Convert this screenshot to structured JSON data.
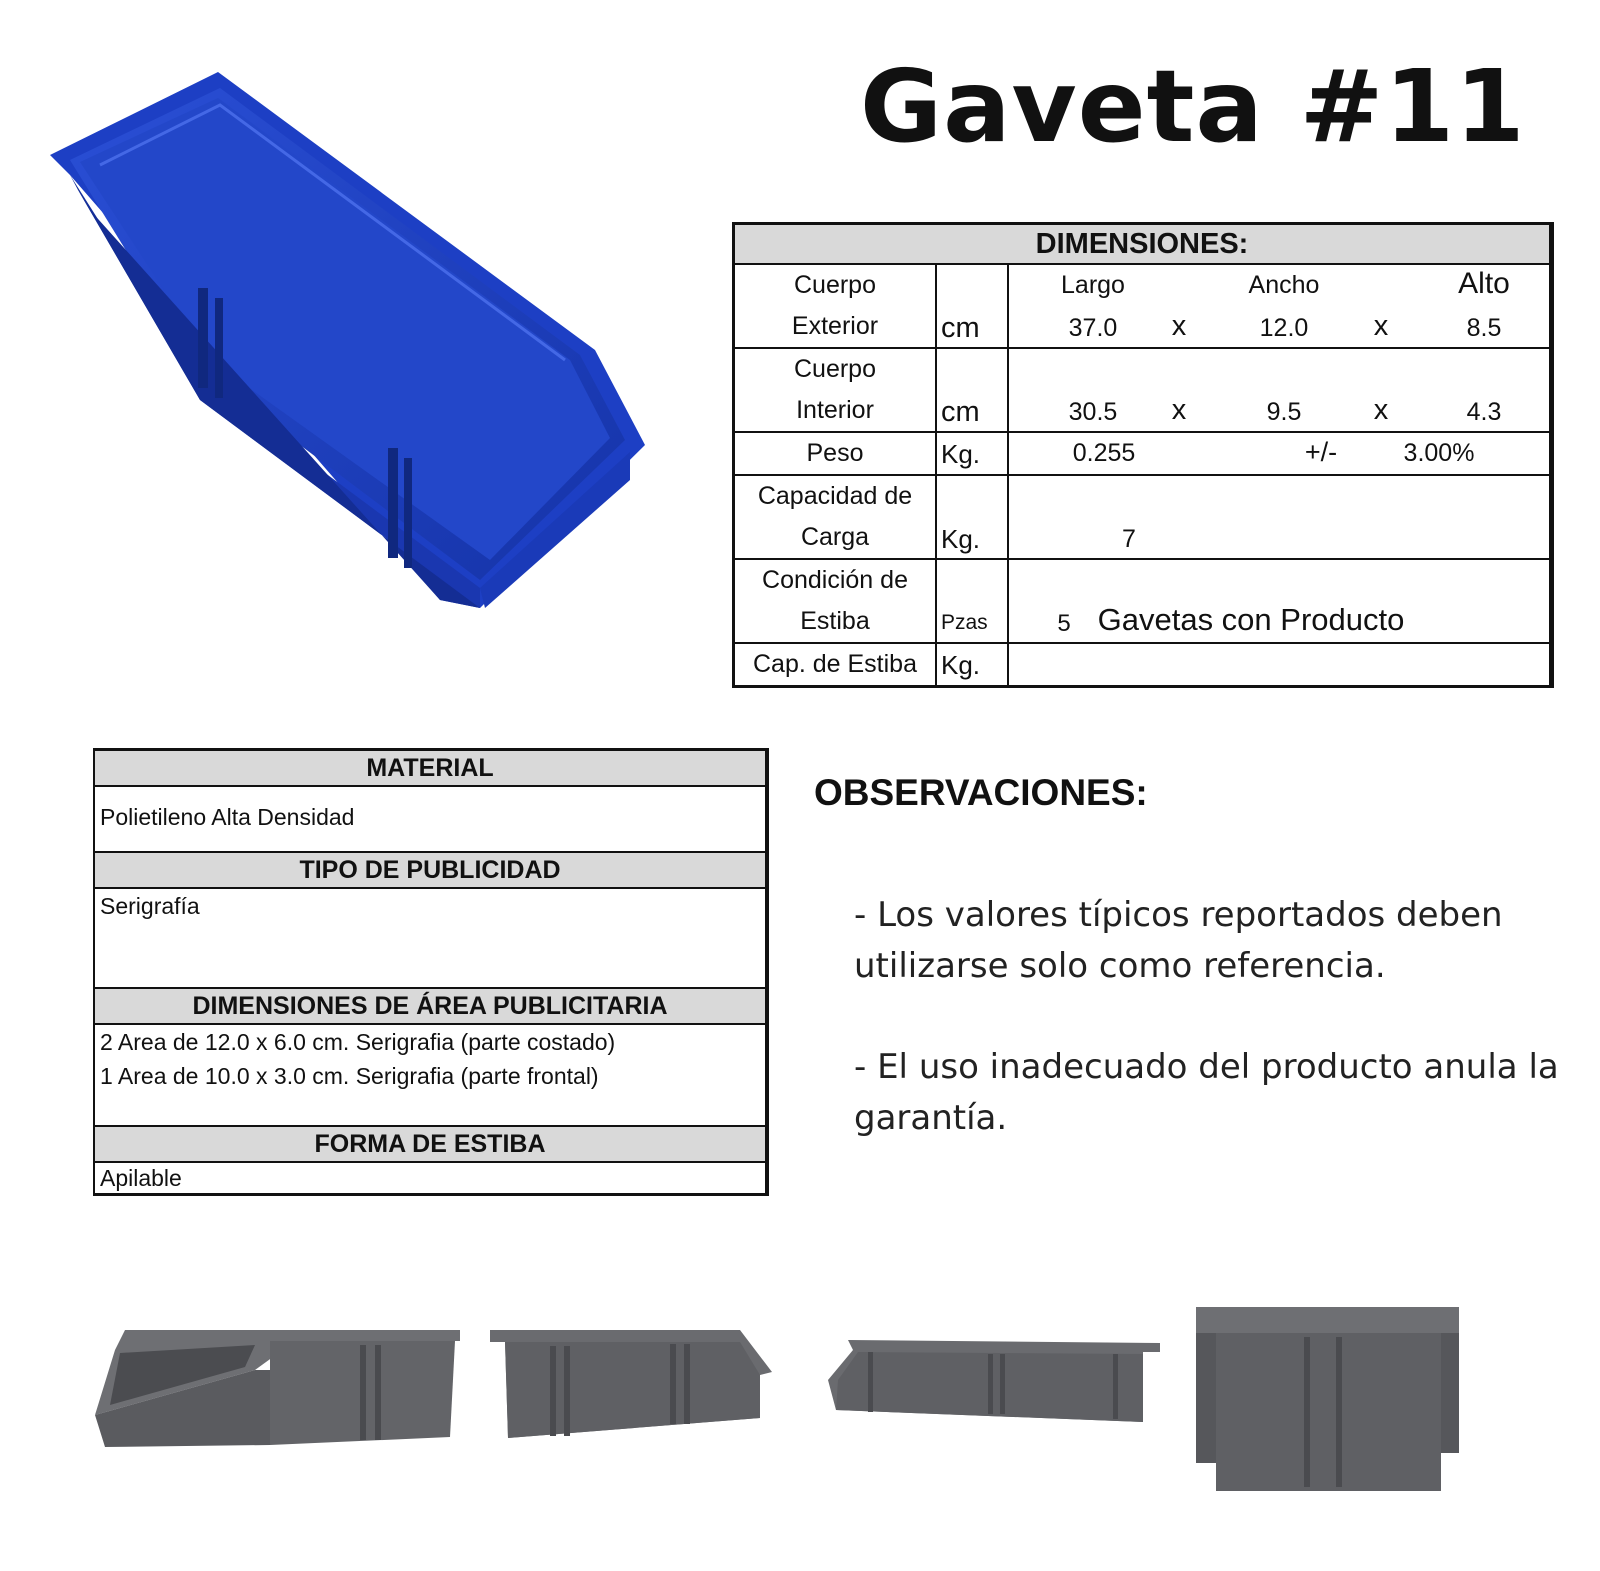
{
  "title": "Gaveta #11",
  "dimensions": {
    "header": "DIMENSIONES:",
    "rows": {
      "exterior": {
        "label_1": "Cuerpo",
        "label_2": "Exterior",
        "unit": "cm",
        "largo_label": "Largo",
        "ancho_label": "Ancho",
        "alto_label": "Alto",
        "largo": "37.0",
        "x1": "x",
        "ancho": "12.0",
        "x2": "x",
        "alto": "8.5"
      },
      "interior": {
        "label_1": "Cuerpo",
        "label_2": "Interior",
        "unit": "cm",
        "largo": "30.5",
        "x1": "x",
        "ancho": "9.5",
        "x2": "x",
        "alto": "4.3"
      },
      "peso": {
        "label": "Peso",
        "unit": "Kg.",
        "value": "0.255",
        "tol_sign": "+/-",
        "tol": "3.00%"
      },
      "capacidad": {
        "label_1": "Capacidad de",
        "label_2": "Carga",
        "unit": "Kg.",
        "value": "7"
      },
      "condicion": {
        "label_1": "Condición de",
        "label_2": "Estiba",
        "unit": "Pzas",
        "qty": "5",
        "text": "Gavetas con Producto"
      },
      "cap_estiba": {
        "label": "Cap. de Estiba",
        "unit": "Kg."
      }
    }
  },
  "material": {
    "material_header": "MATERIAL",
    "material_value": "Polietileno Alta Densidad",
    "publicidad_header": "TIPO DE PUBLICIDAD",
    "publicidad_value": "Serigrafía",
    "area_header": "DIMENSIONES DE ÁREA PUBLICITARIA",
    "area_line_1": "2 Area de 12.0 x 6.0 cm. Serigrafia (parte costado)",
    "area_line_2": "1 Area de 10.0 x 3.0 cm. Serigrafia (parte frontal)",
    "estiba_header": "FORMA DE ESTIBA",
    "estiba_value": "Apilable"
  },
  "observaciones": {
    "title": "OBSERVACIONES:",
    "item_1": "- Los valores típicos reportados deben utilizarse solo como referencia.",
    "item_2": "- El uso inadecuado  del producto anula la garantía."
  },
  "colors": {
    "product_blue": "#1f3fb8",
    "product_grey": "#5e5f63",
    "header_grey": "#d9d9d9"
  }
}
